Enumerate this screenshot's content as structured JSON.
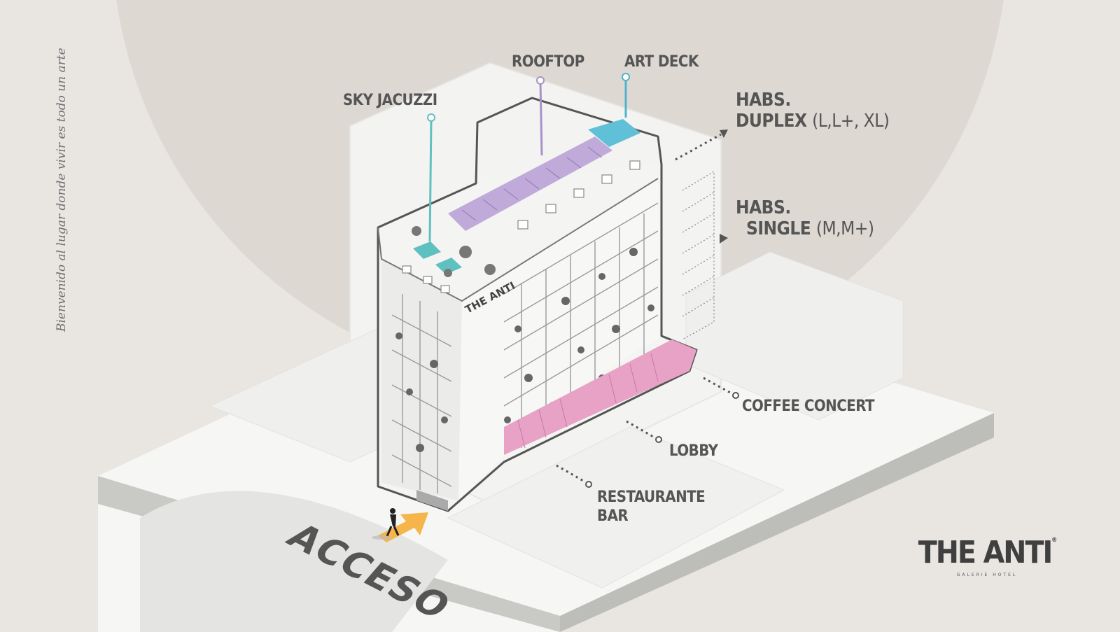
{
  "tagline": "Bienvenido al lugar donde vivir es todo un arte",
  "labels": {
    "sky_jacuzzi": "SKY JACUZZI",
    "rooftop": "ROOFTOP",
    "art_deck": "ART DECK",
    "duplex_line1": "HABS.",
    "duplex_line2": "DUPLEX",
    "duplex_sizes": "(L,L+, XL)",
    "single_line1": "HABS.",
    "single_line2": "SINGLE",
    "single_sizes": "(M,M+)",
    "coffee_concert": "COFFEE CONCERT",
    "lobby": "LOBBY",
    "restaurante": "RESTAURANTE",
    "bar": "BAR",
    "acceso": "ACCESO"
  },
  "logo": {
    "main": "THE ANTI",
    "reg": "®",
    "sub": "GALERIE HOTEL"
  },
  "building_sign": "THE ANTI",
  "colors": {
    "background": "#e9e6e2",
    "circle": "#ddd8d2",
    "teal": "#5fc0c0",
    "lavender": "#a892c8",
    "pink": "#e08ab8",
    "access_arrow": "#f5b54a",
    "text": "#555555"
  }
}
